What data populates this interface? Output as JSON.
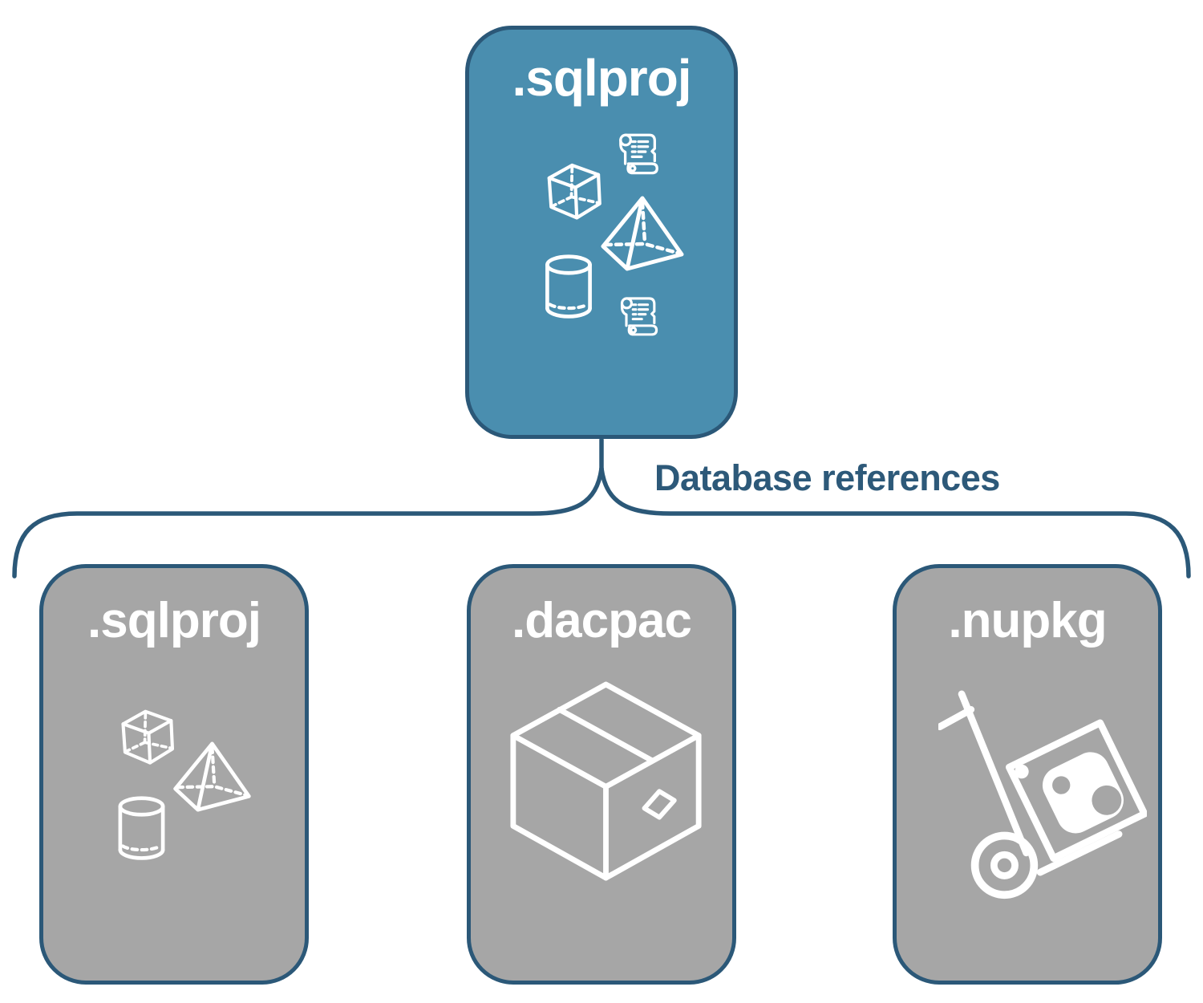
{
  "parent": {
    "label": ".sqlproj"
  },
  "connector": {
    "label": "Database references"
  },
  "children": [
    {
      "label": ".sqlproj",
      "icons": [
        "scroll-icon",
        "cube-icon",
        "pyramid-icon",
        "cylinder-icon"
      ]
    },
    {
      "label": ".dacpac",
      "icons": [
        "package-box-icon"
      ]
    },
    {
      "label": ".nupkg",
      "icons": [
        "hand-truck-icon"
      ]
    }
  ],
  "parent_icons": [
    "scroll-icon",
    "cube-icon",
    "pyramid-icon",
    "cylinder-icon",
    "scroll-icon"
  ],
  "colors": {
    "parent_fill": "#4a8eaf",
    "child_fill": "#a6a6a6",
    "outline": "#2b5878",
    "label_text": "#2d5979",
    "icon_stroke": "#ffffff"
  }
}
